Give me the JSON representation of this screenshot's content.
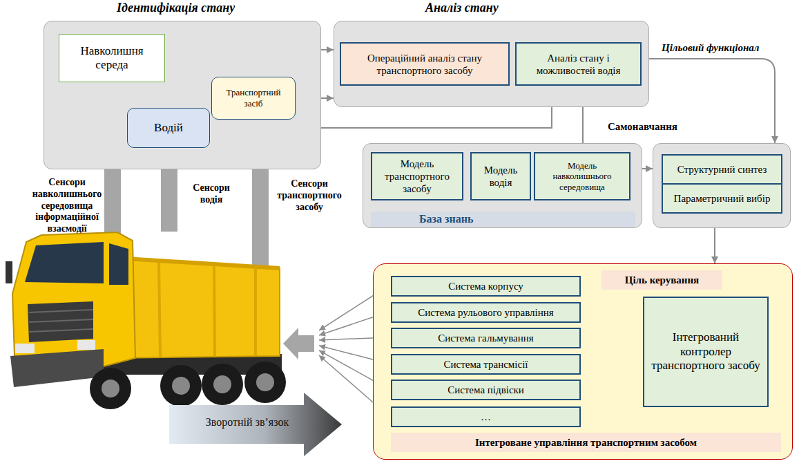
{
  "diagram": {
    "nodes": [
      {
        "text": [
          "Ідентифікація стану"
        ]
      },
      {
        "text": [
          "Навколишня середа"
        ],
        "in": 0
      },
      {
        "text": [
          "Транспортний засіб"
        ],
        "in": 0
      },
      {
        "text": [
          "Водій"
        ],
        "in": 0
      },
      {
        "text": [
          "Аналіз стану"
        ]
      },
      {
        "text": [
          "Операційний аналіз стану транспортного засобу"
        ],
        "in": 4
      },
      {
        "text": [
          "Аналіз стану і можливостей водія"
        ],
        "in": 4
      },
      {
        "text": [
          "База знань"
        ]
      },
      {
        "text": [
          "Модель транспортного засобу"
        ],
        "in": 7
      },
      {
        "text": [
          "Модель водія"
        ],
        "in": 7
      },
      {
        "text": [
          "Модель навколишнього середовища"
        ],
        "in": 7
      },
      {
        "text": [
          "Структурний синтез",
          "Параметричний вибір"
        ]
      },
      {
        "text": [
          "Ціль керування",
          "Інтегроване управління транспортним засобом"
        ]
      },
      {
        "text": [
          "Система корпусу"
        ],
        "in": 12
      },
      {
        "text": [
          "Система рульового управління"
        ],
        "in": 12
      },
      {
        "text": [
          "Система гальмування"
        ],
        "in": 12
      },
      {
        "text": [
          "Система трансмісії"
        ],
        "in": 12
      },
      {
        "text": [
          "Система підвіски"
        ],
        "in": 12
      },
      {
        "text": [
          "…"
        ],
        "in": 12
      },
      {
        "text": [
          "Інтегрований контролер транспортного засобу"
        ],
        "in": 12
      },
      {
        "text": [
          "Зворотній зв’язок"
        ]
      }
    ],
    "edges": [
      {
        "from": 1,
        "to": 4,
        "arrow": "to"
      },
      {
        "from": 2,
        "to": 4,
        "arrow": "to"
      },
      {
        "from": 3,
        "to": 6,
        "arrow": "to"
      },
      {
        "from": 7,
        "to": 6,
        "arrow": "to"
      },
      {
        "from": 4,
        "to": 11,
        "arrow": "to"
      },
      {
        "from": 7,
        "to": 11,
        "arrow": "to"
      },
      {
        "from": 11,
        "to": 12,
        "arrow": "to"
      },
      {
        "from": 19,
        "to": 13,
        "arrow": "to"
      },
      {
        "from": 19,
        "to": 14,
        "arrow": "to"
      },
      {
        "from": 19,
        "to": 15,
        "arrow": "to"
      },
      {
        "from": 19,
        "to": 16,
        "arrow": "to"
      },
      {
        "from": 19,
        "to": 17,
        "arrow": "to"
      },
      {
        "from": 19,
        "to": 18,
        "arrow": "to"
      }
    ],
    "labels": [
      "Цільовий функціонал",
      "Самонавчання",
      "Сенсори навколишнього середовища інформаційної взаємодії",
      "Сенсори водія",
      "Сенсори транспортного засобу"
    ]
  }
}
